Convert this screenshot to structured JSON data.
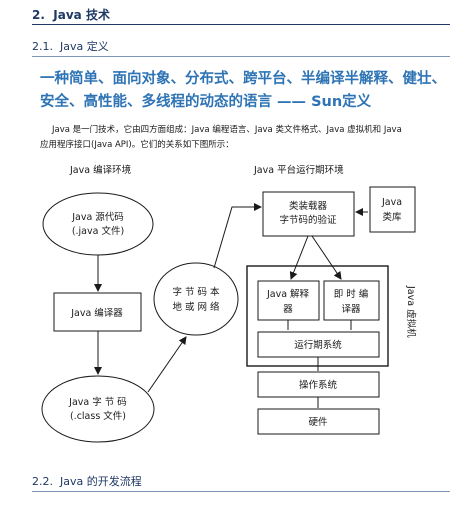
{
  "section": {
    "number": "2.",
    "title": "Java 技术"
  },
  "subsection1": {
    "number": "2.1.",
    "title": "Java 定义"
  },
  "lead": {
    "line1": "一种简单、面向对象、分布式、跨平台、半编译半解释、健壮、",
    "line2": "安全、高性能、多线程的动态的语言 —— Sun定义"
  },
  "paragraph": {
    "line1": "Java 是一门技术，它由四方面组成：Java 编程语言、Java 类文件格式、Java 虚拟机和 Java",
    "line2": "应用程序接口(Java API)。它们的关系如下图所示："
  },
  "diagram": {
    "compile_env_label": "Java 编译环境",
    "runtime_env_label": "Java 平台运行期环境",
    "source": {
      "line1": "Java 源代码",
      "line2": "(.java 文件)"
    },
    "compiler": "Java 编译器",
    "bytecode": {
      "line1": "Java   字 节 码",
      "line2": "(.class 文件)"
    },
    "transfer": {
      "line1": "字 节 码 本",
      "line2": "地 或 网 络"
    },
    "loader": {
      "line1": "类装载器",
      "line2": "字节码的验证"
    },
    "class_lib": {
      "line1": "Java",
      "line2": "类库"
    },
    "interpreter": {
      "line1": "Java 解释",
      "line2": "器"
    },
    "jit": {
      "line1": "即 时 编",
      "line2": "译器"
    },
    "runtime_system": "运行期系统",
    "jvm_label": "Java 虚拟机",
    "os": "操作系统",
    "hardware": "硬件"
  },
  "subsection2": {
    "number": "2.2.",
    "title": "Java 的开发流程"
  }
}
